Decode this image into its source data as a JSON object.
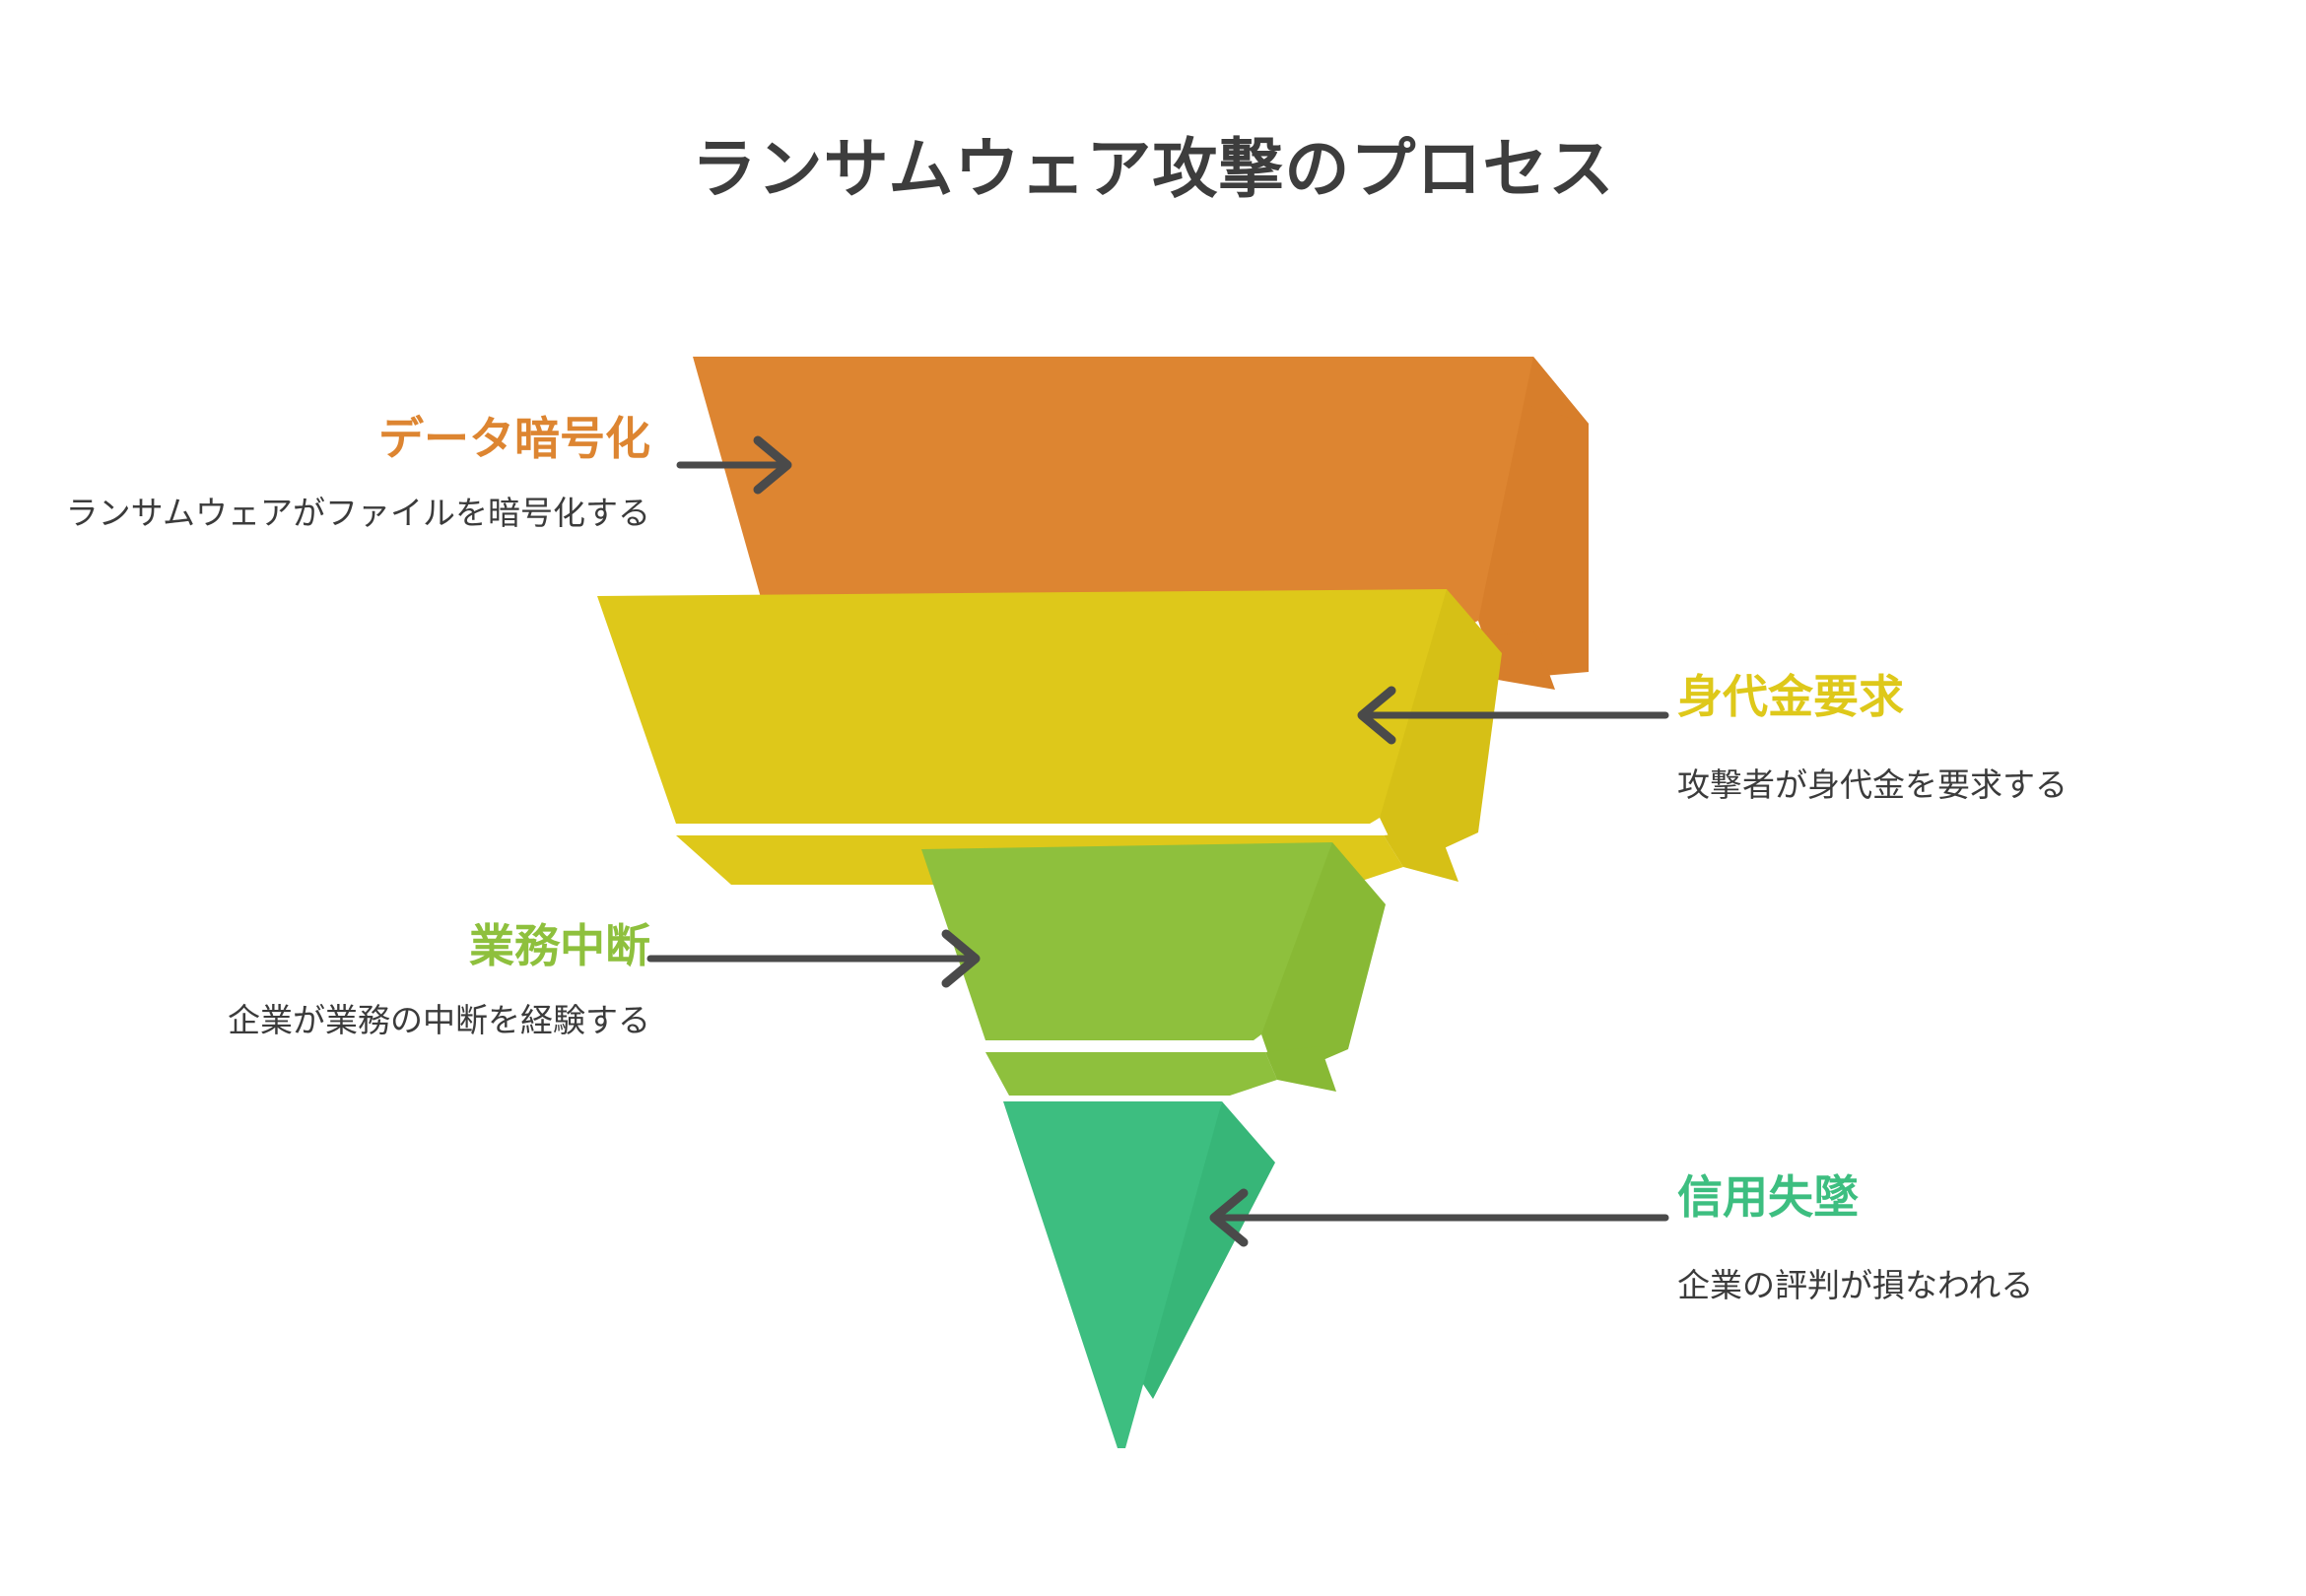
{
  "page": {
    "title": "ランサムウェア攻撃のプロセス",
    "background_color": "#FFFFFF",
    "title_color": "#3D3D3D"
  },
  "diagram": {
    "type": "inverted-3d-funnel",
    "segment_count": 4,
    "connector_color": "#4A4A4A",
    "separator_color": "#FFFFFF"
  },
  "chart_data": {
    "type": "funnel",
    "title": "ランサムウェア攻撃のプロセス",
    "orientation": "inverted-vertical",
    "stages": [
      {
        "index": 1,
        "label": "データ暗号化",
        "description": "ランサムウェアがファイルを暗号化する",
        "color": "#DD8531",
        "side_color": "#D77E2B",
        "width_ratio": 1.0,
        "callout_side": "left",
        "arrow_direction": "right"
      },
      {
        "index": 2,
        "label": "身代金要求",
        "description": "攻撃者が身代金を要求する",
        "color": "#DEC81A",
        "side_color": "#D6C016",
        "width_ratio": 0.75,
        "callout_side": "right",
        "arrow_direction": "left"
      },
      {
        "index": 3,
        "label": "業務中断",
        "description": "企業が業務の中断を経験する",
        "color": "#8EC03D",
        "side_color": "#88B935",
        "width_ratio": 0.5,
        "callout_side": "left",
        "arrow_direction": "right"
      },
      {
        "index": 4,
        "label": "信用失墜",
        "description": "企業の評判が損なわれる",
        "color": "#3DBE80",
        "side_color": "#37B678",
        "width_ratio": 0.25,
        "callout_side": "right",
        "arrow_direction": "left"
      }
    ]
  }
}
